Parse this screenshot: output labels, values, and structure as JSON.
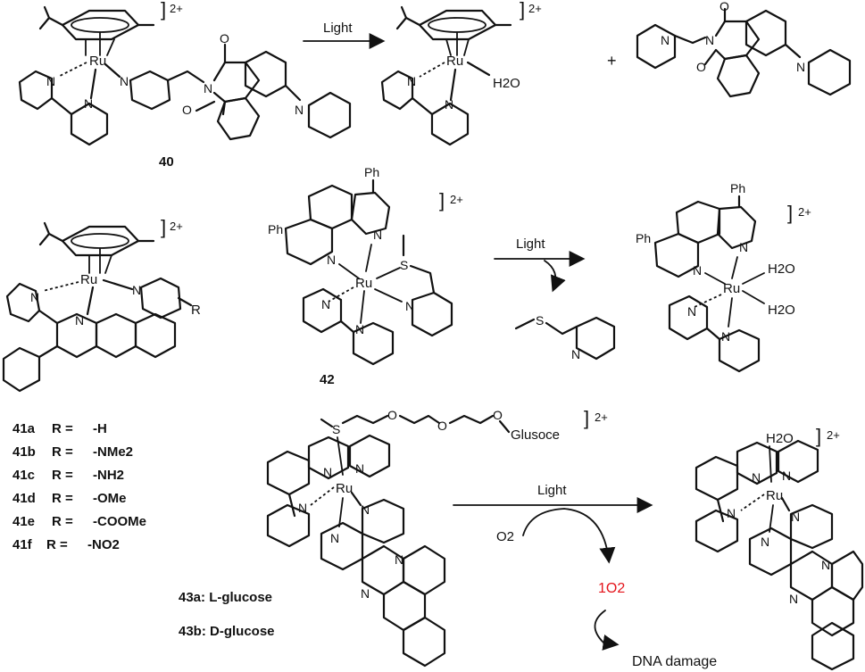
{
  "arrows": {
    "light_label": "Light"
  },
  "compounds": {
    "c40": {
      "label": "40",
      "charge": "2+"
    },
    "c40_product1": {
      "charge": "2+"
    },
    "c41": {
      "charge": "2+",
      "substituent_symbol": "R"
    },
    "c42": {
      "label": "42",
      "charge": "2+"
    },
    "c42_product": {
      "charge": "2+"
    },
    "c43": {
      "charge": "2+",
      "linker_end": "Glusoce"
    },
    "c43_product": {
      "charge": "2+"
    }
  },
  "atoms": {
    "ru": "Ru",
    "n": "N",
    "o": "O",
    "s": "S",
    "ph": "Ph",
    "h2o": "H2O"
  },
  "series41": {
    "items": [
      {
        "id": "41a",
        "r": "R =",
        "value": "-H"
      },
      {
        "id": "41b",
        "r": "R =",
        "value": "-NMe2"
      },
      {
        "id": "41c",
        "r": "R =",
        "value": "-NH2"
      },
      {
        "id": "41d",
        "r": "R =",
        "value": "-OMe"
      },
      {
        "id": "41e",
        "r": "R =",
        "value": "-COOMe"
      },
      {
        "id": "41f",
        "r": "R =",
        "value": "-NO2"
      }
    ]
  },
  "series43": {
    "a": "43a: L-glucose",
    "b": "43b: D-glucose"
  },
  "reagents": {
    "o2": "O2",
    "singlet_o2": "1O2",
    "dna": "DNA damage"
  },
  "colors": {
    "singlet_oxygen": "#e4141b",
    "ink": "#111111"
  }
}
